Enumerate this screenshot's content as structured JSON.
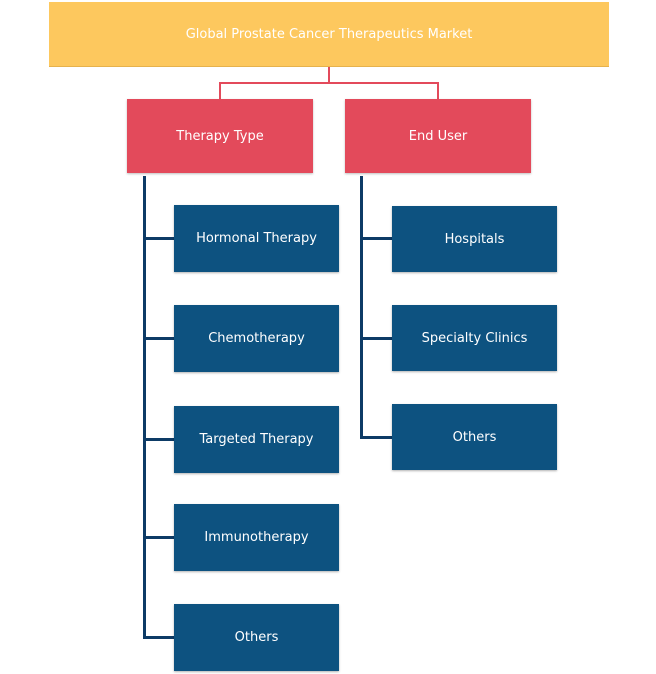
{
  "root": {
    "label": "Global Prostate Cancer Therapeutics Market"
  },
  "branches": [
    {
      "label": "Therapy Type",
      "children": [
        "Hormonal Therapy",
        "Chemotherapy",
        "Targeted Therapy",
        "Immunotherapy",
        "Others"
      ]
    },
    {
      "label": "End User",
      "children": [
        "Hospitals",
        "Specialty Clinics",
        "Others"
      ]
    }
  ],
  "colors": {
    "root": "#FDC85E",
    "category": "#E34A5B",
    "leaf": "#0D5280",
    "connector_top": "#E34A5B",
    "connector_tree": "#0D3B66"
  }
}
